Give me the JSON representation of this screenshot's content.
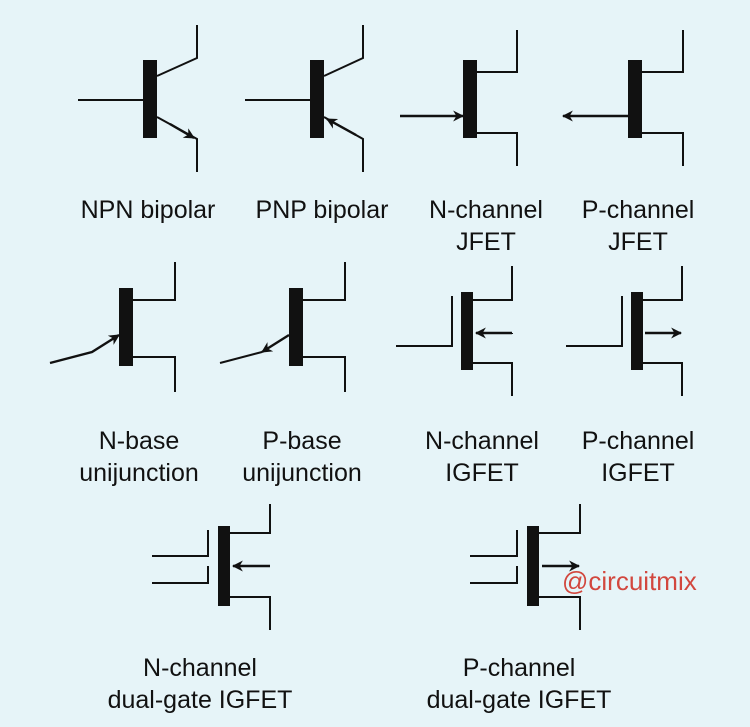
{
  "colors": {
    "background": "#e6f4f8",
    "ink": "#111111",
    "watermark": "#d2473e"
  },
  "symbols": [
    {
      "id": "npn-bipolar",
      "icon": "npn-bipolar-transistor-icon",
      "lines": [
        "NPN bipolar"
      ]
    },
    {
      "id": "pnp-bipolar",
      "icon": "pnp-bipolar-transistor-icon",
      "lines": [
        "PNP bipolar"
      ]
    },
    {
      "id": "n-channel-jfet",
      "icon": "n-channel-jfet-icon",
      "lines": [
        "N-channel",
        "JFET"
      ]
    },
    {
      "id": "p-channel-jfet",
      "icon": "p-channel-jfet-icon",
      "lines": [
        "P-channel",
        "JFET"
      ]
    },
    {
      "id": "n-base-unijunction",
      "icon": "n-base-unijunction-icon",
      "lines": [
        "N-base",
        "unijunction"
      ]
    },
    {
      "id": "p-base-unijunction",
      "icon": "p-base-unijunction-icon",
      "lines": [
        "P-base",
        "unijunction"
      ]
    },
    {
      "id": "n-channel-igfet",
      "icon": "n-channel-igfet-icon",
      "lines": [
        "N-channel",
        "IGFET"
      ]
    },
    {
      "id": "p-channel-igfet",
      "icon": "p-channel-igfet-icon",
      "lines": [
        "P-channel",
        "IGFET"
      ]
    },
    {
      "id": "n-channel-dual-gate-igfet",
      "icon": "n-channel-dual-gate-igfet-icon",
      "lines": [
        "N-channel",
        "dual-gate IGFET"
      ]
    },
    {
      "id": "p-channel-dual-gate-igfet",
      "icon": "p-channel-dual-gate-igfet-icon",
      "lines": [
        "P-channel",
        "dual-gate IGFET"
      ]
    }
  ],
  "watermark": "@circuitmix"
}
